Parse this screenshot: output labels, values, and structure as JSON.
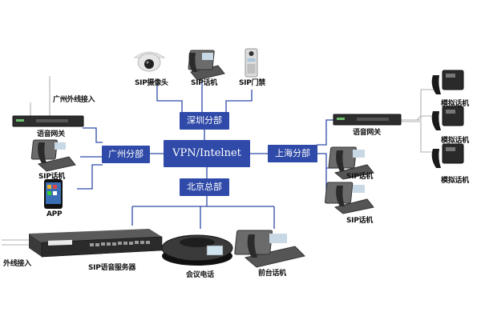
{
  "hubs": {
    "center": "VPN/Intelnet",
    "north": "深圳分部",
    "west": "广州分部",
    "east": "上海分部",
    "south": "北京总部"
  },
  "devices": {
    "sip_camera": "SIP摄像头",
    "sip_phone_top": "SIP话机",
    "sip_door": "SIP门禁",
    "gz_external": "广州外线接入",
    "gz_gateway": "语音网关",
    "gz_phone": "SIP话机",
    "gz_app": "APP",
    "sh_gateway": "语音网关",
    "sh_phone_1": "SIP话机",
    "sh_phone_2": "SIP话机",
    "analog_1": "模拟话机",
    "analog_2": "模拟话机",
    "analog_3": "模拟话机",
    "bj_external": "外线接入",
    "bj_server": "SIP语音服务器",
    "bj_conference": "会议电话",
    "bj_front_desk": "前台话机"
  },
  "colors": {
    "hub_fill": "#2f4aa8",
    "line": "#2f4aa8",
    "grey_line": "#b0b0b0"
  }
}
